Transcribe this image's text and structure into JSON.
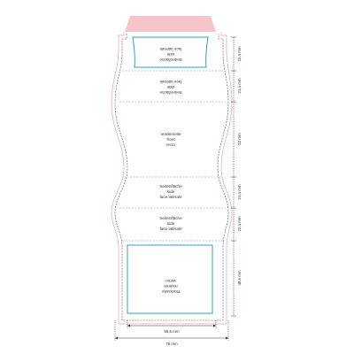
{
  "colors": {
    "bleed": "#e8a0ad",
    "cut": "#444444",
    "fold": "#888888",
    "safe": "#29a3c9",
    "flap_fill": "#f7c3cc",
    "dim_line": "#333333"
  },
  "panels": [
    {
      "id": "top-side",
      "lines": [
        "Seitenfläche",
        "side",
        "face latérale"
      ],
      "rotated": true
    },
    {
      "id": "upper-side",
      "lines": [
        "Seitenfläche",
        "side",
        "face latérale"
      ],
      "rotated": true
    },
    {
      "id": "front",
      "lines": [
        "Vorderseite",
        "front",
        "recto"
      ],
      "rotated": false
    },
    {
      "id": "lower-side-1",
      "lines": [
        "Seitenfläche",
        "side",
        "face latérale"
      ],
      "rotated": false
    },
    {
      "id": "lower-side-2",
      "lines": [
        "Seitenfläche",
        "side",
        "face latérale"
      ],
      "rotated": false
    },
    {
      "id": "back",
      "lines": [
        "Rückseite",
        "reverse",
        "verso"
      ],
      "rotated": true
    }
  ],
  "dimensions": {
    "vertical": [
      "22,4 mm",
      "21,4 mm",
      "52 mm",
      "21,4 mm",
      "22,4 mm",
      "48,5 mm"
    ],
    "inner_width": "59,5 mm",
    "total_width": "75 mm"
  }
}
